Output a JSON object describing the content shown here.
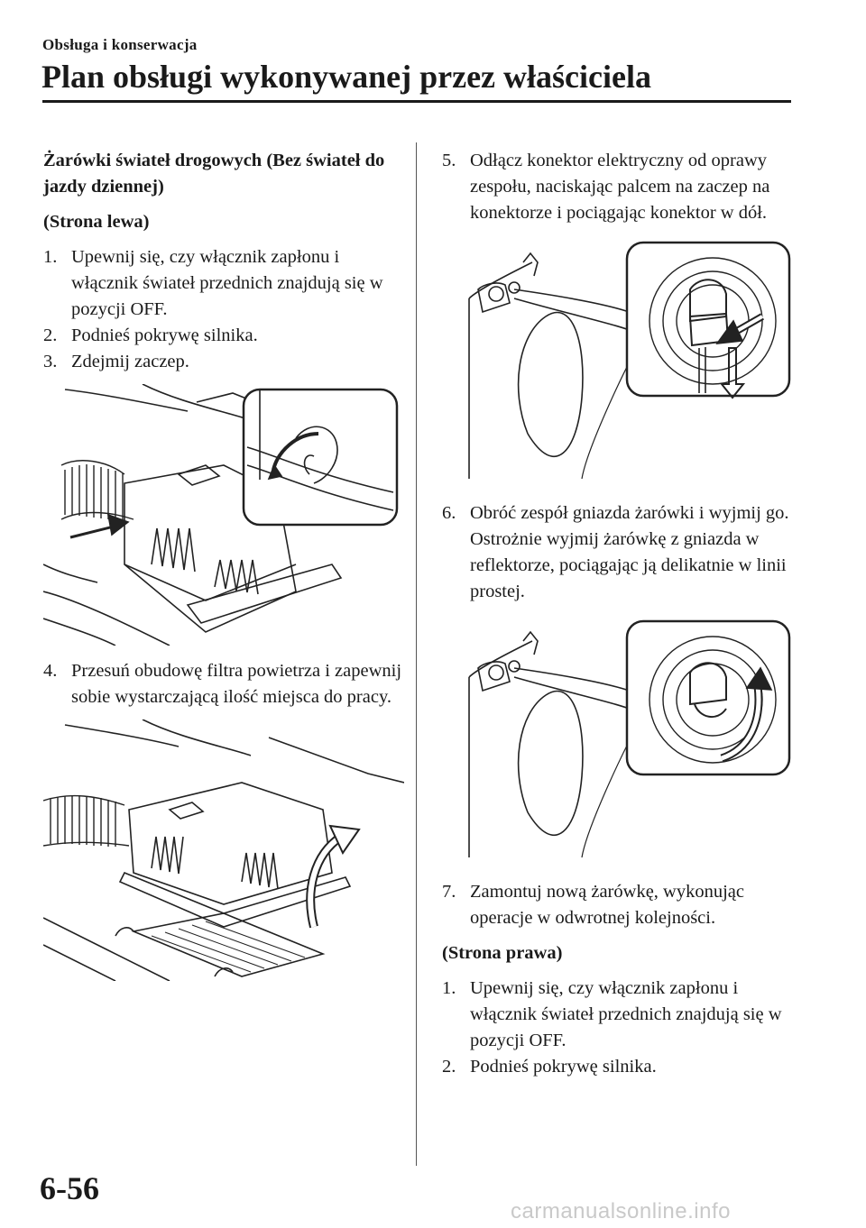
{
  "header": {
    "section": "Obsługa i konserwacja",
    "title": "Plan obsługi wykonywanej przez właściciela"
  },
  "left_column": {
    "heading": "Żarówki świateł drogowych (Bez świateł do jazdy dziennej)",
    "subheading": "(Strona lewa)",
    "steps": [
      {
        "num": "1.",
        "text": "Upewnij się, czy włącznik zapłonu i włącznik świateł przednich znajdują się w pozycji OFF."
      },
      {
        "num": "2.",
        "text": "Podnieś pokrywę silnika."
      },
      {
        "num": "3.",
        "text": "Zdejmij zaczep."
      },
      {
        "num": "4.",
        "text": "Przesuń obudowę filtra powietrza i zapewnij sobie wystarczającą ilość miejsca do pracy."
      }
    ]
  },
  "right_column": {
    "steps_a": [
      {
        "num": "5.",
        "text": "Odłącz konektor elektryczny od oprawy zespołu, naciskając palcem na zaczep na konektorze i pociągając konektor w dół."
      },
      {
        "num": "6.",
        "text": "Obróć zespół gniazda żarówki i wyjmij go. Ostrożnie wyjmij żarówkę z gniazda w reflektorze, pociągając ją delikatnie w linii prostej."
      },
      {
        "num": "7.",
        "text": "Zamontuj nową żarówkę, wykonując operacje w odwrotnej kolejności."
      }
    ],
    "subheading": "(Strona prawa)",
    "steps_b": [
      {
        "num": "1.",
        "text": "Upewnij się, czy włącznik zapłonu i włącznik świateł przednich znajdują się w pozycji OFF."
      },
      {
        "num": "2.",
        "text": "Podnieś pokrywę silnika."
      }
    ]
  },
  "footer": {
    "page_number": "6-56",
    "watermark": "carmanualsonline.info"
  }
}
